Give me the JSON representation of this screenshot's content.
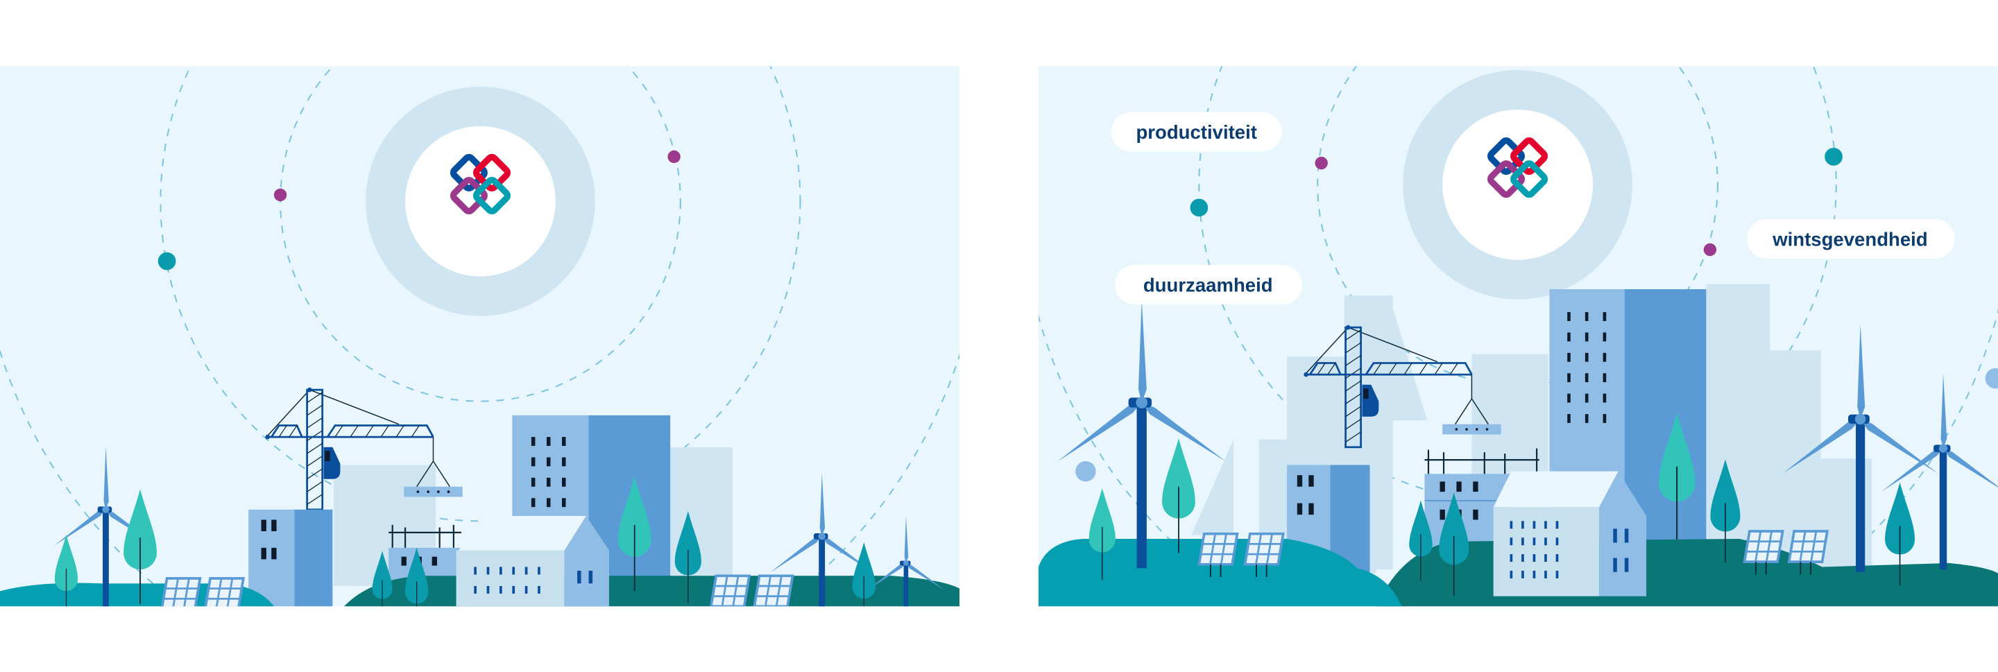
{
  "labels": {
    "productivity": "productiviteit",
    "sustainability": "duurzaamheid",
    "profitability": "wintsgevendheid"
  },
  "colors": {
    "sky": "#eaf6fd",
    "halo": "#cfe5f1",
    "building_light": "#90bde6",
    "building_mid": "#5a9bd6",
    "navy": "#0b4f9c",
    "hill_teal": "#059fb1",
    "hill_dark": "#0a7676",
    "tree_mint": "#33c4b9",
    "logo_blue": "#004f9f",
    "logo_red": "#e4032e",
    "logo_purple": "#9b3a8c",
    "logo_teal": "#00a0b0",
    "text": "#0d3c6e"
  }
}
